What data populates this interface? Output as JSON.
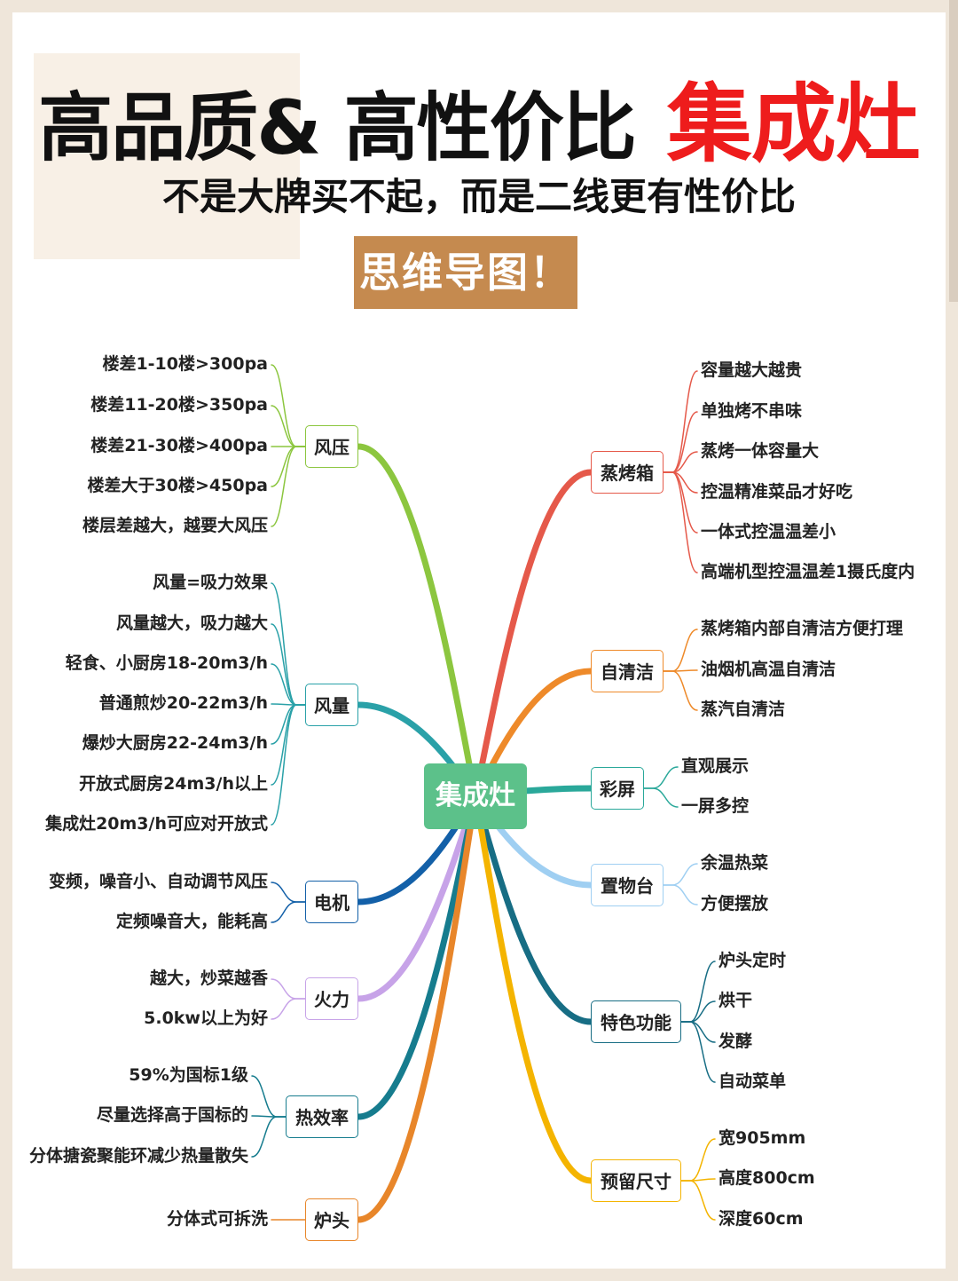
{
  "header": {
    "title_black": "高品质& 高性价比",
    "title_red": "集成灶",
    "subtitle": "不是大牌买不起，而是二线更有性价比",
    "badge": "思维导图！"
  },
  "colors": {
    "title_red": "#ee1c1c",
    "badge_bg": "#c58a4f",
    "center_bg": "#5cc18a",
    "page_bg": "#efe6da"
  },
  "center": {
    "label": "集成灶"
  },
  "left_branches": [
    {
      "label": "风压",
      "color": "#8cc63f",
      "leaves": [
        "楼差1-10楼>300pa",
        "楼差11-20楼>350pa",
        "楼差21-30楼>400pa",
        "楼差大于30楼>450pa",
        "楼层差越大，越要大风压"
      ]
    },
    {
      "label": "风量",
      "color": "#2aa1a8",
      "leaves": [
        "风量=吸力效果",
        "风量越大，吸力越大",
        "轻食、小厨房18-20m3/h",
        "普通煎炒20-22m3/h",
        "爆炒大厨房22-24m3/h",
        "开放式厨房24m3/h以上",
        "集成灶20m3/h可应对开放式"
      ]
    },
    {
      "label": "电机",
      "color": "#1360a8",
      "leaves": [
        "变频，噪音小、自动调节风压",
        "定频噪音大，能耗高"
      ]
    },
    {
      "label": "火力",
      "color": "#c7a3e8",
      "leaves": [
        "越大，炒菜越香",
        "5.0kw以上为好"
      ]
    },
    {
      "label": "热效率",
      "color": "#167c8e",
      "leaves": [
        "59%为国标1级",
        "尽量选择高于国标的",
        "分体搪瓷聚能环减少热量散失"
      ]
    },
    {
      "label": "炉头",
      "color": "#e8862a",
      "leaves": [
        "分体式可拆洗"
      ]
    }
  ],
  "right_branches": [
    {
      "label": "蒸烤箱",
      "color": "#e5594a",
      "leaves": [
        "容量越大越贵",
        "单独烤不串味",
        "蒸烤一体容量大",
        "控温精准菜品才好吃",
        "一体式控温温差小",
        "高端机型控温温差1摄氏度内"
      ]
    },
    {
      "label": "自清洁",
      "color": "#ee8a2a",
      "leaves": [
        "蒸烤箱内部自清洁方便打理",
        "油烟机高温自清洁",
        "蒸汽自清洁"
      ]
    },
    {
      "label": "彩屏",
      "color": "#2aa89a",
      "leaves": [
        "直观展示",
        "一屏多控"
      ]
    },
    {
      "label": "置物台",
      "color": "#9fcff2",
      "leaves": [
        "余温热菜",
        "方便摆放"
      ]
    },
    {
      "label": "特色功能",
      "color": "#176d84",
      "leaves": [
        "炉头定时",
        "烘干",
        "发酵",
        "自动菜单"
      ]
    },
    {
      "label": "预留尺寸",
      "color": "#f4b400",
      "leaves": [
        "宽905mm",
        "高度800cm",
        "深度60cm"
      ]
    }
  ]
}
